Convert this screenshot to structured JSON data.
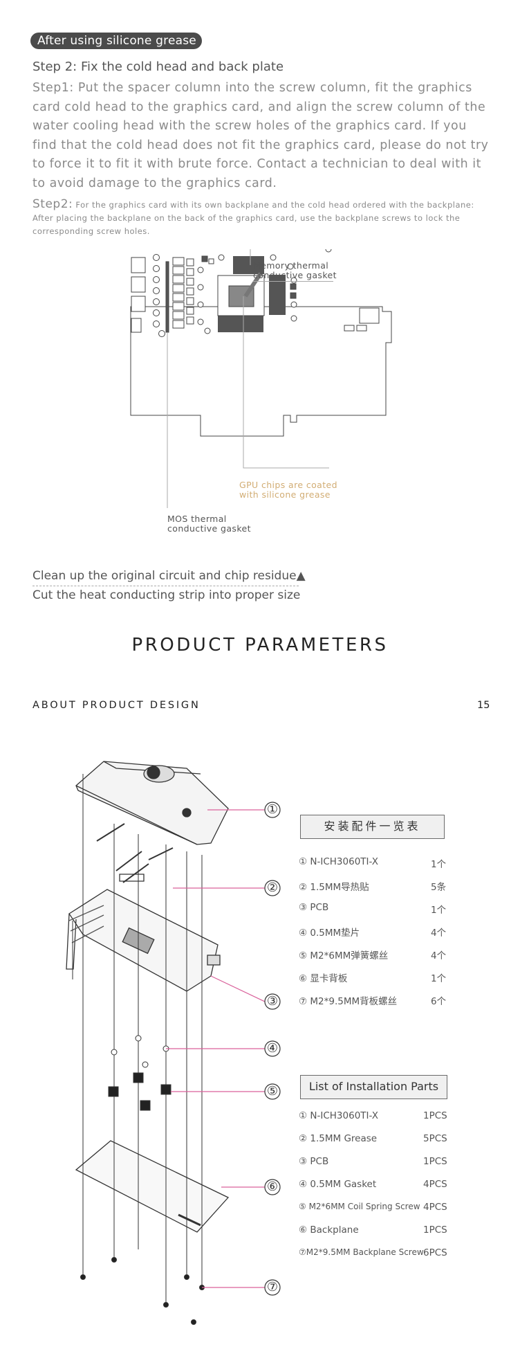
{
  "header": {
    "pill": "After using silicone grease",
    "step2_title": "Step 2: Fix the cold head and back plate",
    "step1_text": "Step1: Put the spacer column into the screw column, fit the graphics card cold head to the graphics card, and align the screw column of the water cooling head with the screw holes of the graphics card. If you find that the cold head does not fit the graphics card, please do not try to force it to fit it with brute force. Contact a technician to deal with it to avoid damage to the graphics card.",
    "step2_label": "Step2:",
    "step2_text": " For the graphics card with its own backplane and the cold head ordered with the backplane: After placing the backplane on the back of the graphics card, use the backplane screws to lock the corresponding screw holes."
  },
  "diagram": {
    "memory_label": "Memory thermal\nconductive gasket",
    "gpu_label": "GPU chips are coated\nwith silicone grease",
    "mos_label": "MOS thermal\nconductive gasket"
  },
  "notes": {
    "clean": "Clean up the original circuit and chip residue▲",
    "cut": "Cut the heat conducting strip into proper size"
  },
  "section": {
    "title": "PRODUCT PARAMETERS",
    "about": "ABOUT PRODUCT DESIGN",
    "page": "15"
  },
  "callouts": [
    "①",
    "②",
    "③",
    "④",
    "⑤",
    "⑥",
    "⑦"
  ],
  "parts_cn": {
    "title": "安装配件一览表",
    "items": [
      {
        "name": "① N-ICH3060TI-X",
        "qty": "1个"
      },
      {
        "name": "② 1.5MM导热贴",
        "qty": "5条"
      },
      {
        "name": "③  PCB",
        "qty": "1个"
      },
      {
        "name": "④  0.5MM垫片",
        "qty": "4个"
      },
      {
        "name": "⑤ M2*6MM弹簧螺丝",
        "qty": "4个"
      },
      {
        "name": "⑥  显卡背板",
        "qty": "1个"
      },
      {
        "name": "⑦ M2*9.5MM背板螺丝",
        "qty": "6个"
      }
    ]
  },
  "parts_en": {
    "title": "List of Installation Parts",
    "items": [
      {
        "name": "①  N-ICH3060TI-X",
        "qty": "1PCS"
      },
      {
        "name": "② 1.5MM Grease",
        "qty": "5PCS"
      },
      {
        "name": "③  PCB",
        "qty": "1PCS"
      },
      {
        "name": "④  0.5MM Gasket",
        "qty": "4PCS"
      },
      {
        "name": "⑤ M2*6MM Coil Spring Screw",
        "qty": "4PCS"
      },
      {
        "name": "⑥  Backplane",
        "qty": "1PCS"
      },
      {
        "name": "⑦M2*9.5MM Backplane Screw",
        "qty": "6PCS"
      }
    ]
  },
  "colors": {
    "accent_pink": "#d9609a",
    "gold": "#d2ad74",
    "pill_bg": "#4b4b4b"
  }
}
